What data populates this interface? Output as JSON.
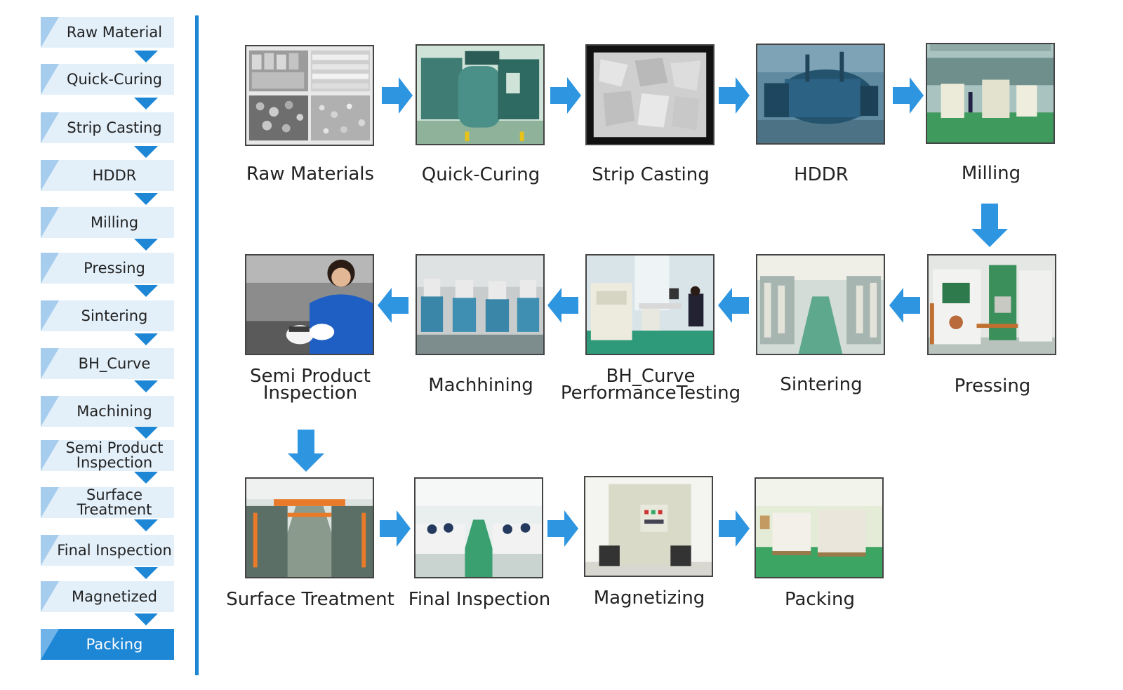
{
  "sidebar": {
    "steps": [
      {
        "label": "Raw Material"
      },
      {
        "label": "Quick-Curing"
      },
      {
        "label": "Strip Casting"
      },
      {
        "label": "HDDR"
      },
      {
        "label": "Milling"
      },
      {
        "label": "Pressing"
      },
      {
        "label": "Sintering"
      },
      {
        "label": "BH_Curve"
      },
      {
        "label": "Machining"
      },
      {
        "label": "Semi Product\nInspection"
      },
      {
        "label": "Surface\nTreatment"
      },
      {
        "label": "Final Inspection"
      },
      {
        "label": "Magnetized"
      },
      {
        "label": "Packing"
      }
    ],
    "active_label": "Packing",
    "accent_color": "#1d87d6",
    "tab_color": "#e3f0fa"
  },
  "flow": {
    "cards": [
      {
        "caption": "Raw Materials"
      },
      {
        "caption": "Quick-Curing"
      },
      {
        "caption": "Strip Casting"
      },
      {
        "caption": "HDDR"
      },
      {
        "caption": "Milling"
      },
      {
        "caption": "Pressing"
      },
      {
        "caption": "Sintering"
      },
      {
        "caption": "BH_Curve\nPerformanceTesting"
      },
      {
        "caption": "Machhining"
      },
      {
        "caption": "Semi Product\nInspection"
      },
      {
        "caption": "Surface Treatment"
      },
      {
        "caption": "Final Inspection"
      },
      {
        "caption": "Magnetizing"
      },
      {
        "caption": "Packing"
      }
    ],
    "arrow_color": "#2e95e0"
  }
}
